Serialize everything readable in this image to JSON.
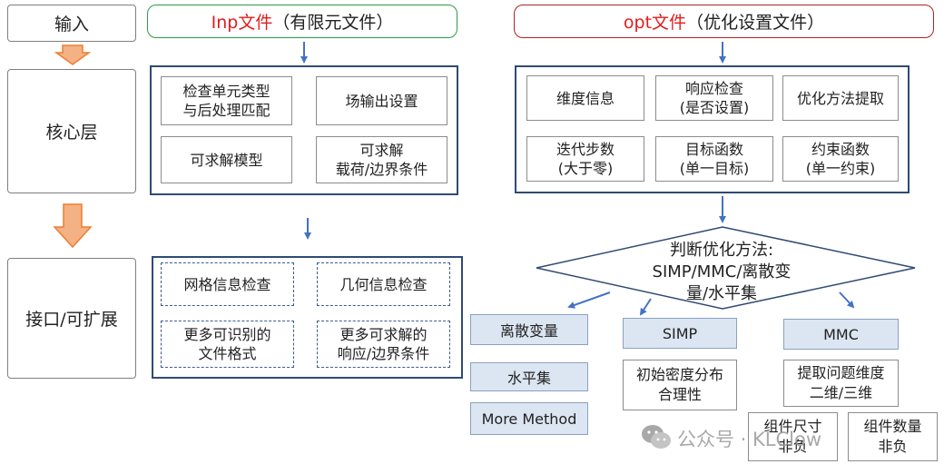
{
  "layers": {
    "input": "输入",
    "core": "核心层",
    "interface": "接口/可扩展"
  },
  "inp_title": {
    "red": "Inp文件",
    "rest": "（有限元文件）"
  },
  "opt_title": {
    "red": "opt文件",
    "rest": "（优化设置文件）"
  },
  "inp_core": [
    [
      "检查单元类型",
      "与后处理匹配"
    ],
    [
      "场输出设置"
    ],
    [
      "可求解模型"
    ],
    [
      "可求解",
      "载荷/边界条件"
    ]
  ],
  "inp_interface": [
    [
      "网格信息检查"
    ],
    [
      "几何信息检查"
    ],
    [
      "更多可识别的",
      "文件格式"
    ],
    [
      "更多可求解的",
      "响应/边界条件"
    ]
  ],
  "opt_core": [
    [
      "维度信息"
    ],
    [
      "响应检查",
      "(是否设置)"
    ],
    [
      "优化方法提取"
    ],
    [
      "迭代步数",
      "(大于零)"
    ],
    [
      "目标函数",
      "(单一目标)"
    ],
    [
      "约束函数",
      "(单一约束)"
    ]
  ],
  "decision": [
    "判断优化方法:",
    "SIMP/MMC/离散变",
    "量/水平集"
  ],
  "methods": {
    "discrete": "离散变量",
    "level_set": "水平集",
    "more": "More Method",
    "simp": "SIMP",
    "mmc": "MMC"
  },
  "simp_check": [
    "初始密度分布",
    "合理性"
  ],
  "mmc_check": [
    "提取问题维度",
    "二维/三维"
  ],
  "mmc_sub": [
    [
      "组件尺寸",
      "非负"
    ],
    [
      "组件数量",
      "非负"
    ]
  ],
  "watermark": "公众号 · KLClow",
  "colors": {
    "panel_border": "#2f4a73",
    "arrow": "#4472c4",
    "down_arrow_fill": "#f4b183",
    "down_arrow_stroke": "#ed7d31",
    "inp_border": "#2e9a46",
    "opt_border": "#b22222",
    "title_red": "#e11c1c",
    "method_fill": "#dce6f2"
  }
}
